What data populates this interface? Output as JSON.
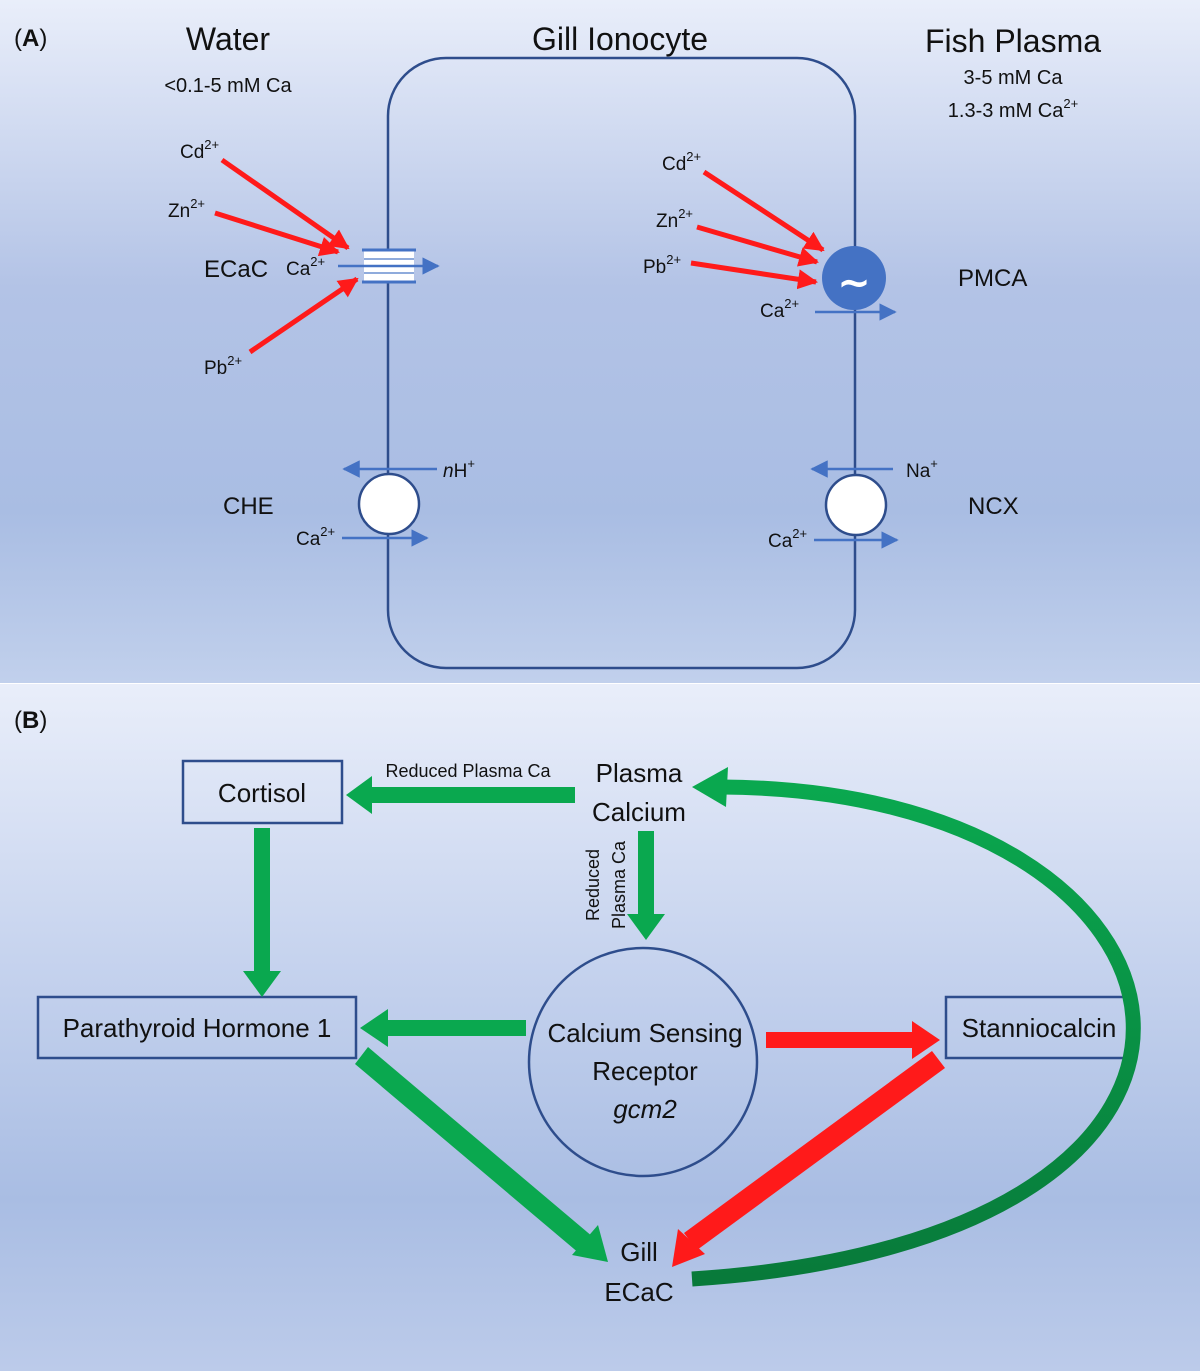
{
  "panel_a": {
    "panel_label": "A",
    "water": {
      "title": "Water",
      "conc": "<0.1-5 mM Ca"
    },
    "cell": {
      "title": "Gill Ionocyte"
    },
    "plasma": {
      "title": "Fish Plasma",
      "conc_total": "3-5 mM Ca",
      "conc_ionized_prefix": "1.3-3 mM Ca",
      "conc_ionized_charge": "2+"
    },
    "ecac": {
      "name": "ECaC",
      "substrate": "Ca",
      "substrate_charge": "2+",
      "inhibitors": [
        {
          "ion": "Cd",
          "charge": "2+"
        },
        {
          "ion": "Zn",
          "charge": "2+"
        },
        {
          "ion": "Pb",
          "charge": "2+"
        }
      ]
    },
    "pmca": {
      "name": "PMCA",
      "symbol": "~",
      "substrate": "Ca",
      "substrate_charge": "2+",
      "inhibitors": [
        {
          "ion": "Cd",
          "charge": "2+"
        },
        {
          "ion": "Zn",
          "charge": "2+"
        },
        {
          "ion": "Pb",
          "charge": "2+"
        }
      ]
    },
    "che": {
      "name": "CHE",
      "out_prefix": "n",
      "out_ion": "H",
      "out_charge": "+",
      "in_ion": "Ca",
      "in_charge": "2+"
    },
    "ncx": {
      "name": "NCX",
      "out_ion": "Na",
      "out_charge": "+",
      "in_ion": "Ca",
      "in_charge": "2+"
    }
  },
  "panel_b": {
    "panel_label": "B",
    "nodes": {
      "cortisol": "Cortisol",
      "plasma_calcium_line1": "Plasma",
      "plasma_calcium_line2": "Calcium",
      "pth1": "Parathyroid Hormone 1",
      "casr_line1": "Calcium Sensing",
      "casr_line2": "Receptor",
      "casr_line3": "gcm2",
      "stanniocalcin": "Stanniocalcin",
      "gill_ecac_line1": "Gill",
      "gill_ecac_line2": "ECaC"
    },
    "edge_labels": {
      "to_cortisol": "Reduced Plasma Ca",
      "to_casr_line1": "Reduced",
      "to_casr_line2": "Plasma Ca"
    },
    "colors": {
      "stimulatory": "#0aa84f",
      "inhibitory": "#ff1a1a",
      "outline": "#2e4d8c"
    }
  }
}
